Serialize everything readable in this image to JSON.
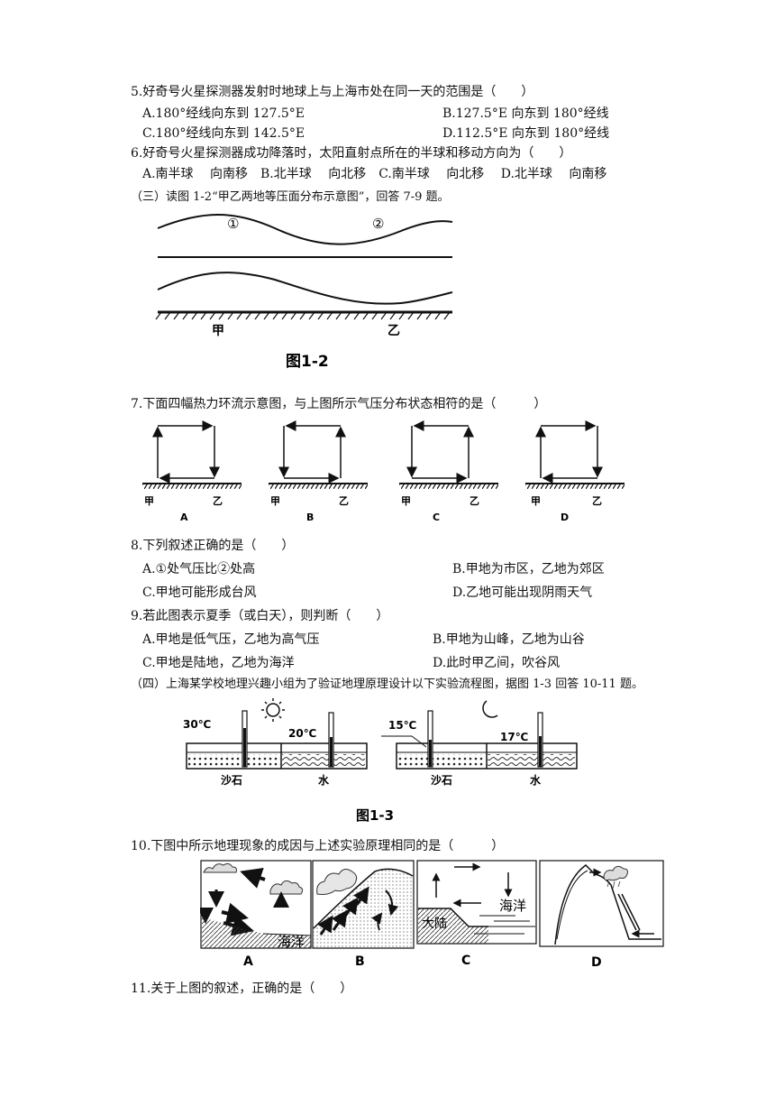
{
  "q5": {
    "stem": "5.好奇号火星探测器发射时地球上与上海市处在同一天的范围是（　　）",
    "a": "A.180°经线向东到 127.5°E",
    "b": "B.127.5°E 向东到 180°经线",
    "c": "C.180°经线向东到 142.5°E",
    "d": "D.112.5°E 向东到 180°经线"
  },
  "q6": {
    "stem": "6.好奇号火星探测器成功降落时，太阳直射点所在的半球和移动方向为（　　）",
    "options": "A.南半球　 向南移　B.北半球　 向北移　C.南半球　 向北移　 D.北半球　 向南移"
  },
  "sec3": {
    "intro": "（三）读图 1-2“甲乙两地等压面分布示意图”，回答 7-9 题。",
    "fig": {
      "label1": "①",
      "label2": "②",
      "jia": "甲",
      "yi": "乙",
      "caption": "图1-2"
    }
  },
  "q7": {
    "stem": "7.下面四幅热力环流示意图，与上图所示气压分布状态相符的是（　　　）",
    "panels": [
      {
        "letter": "A",
        "jia": "甲",
        "yi": "乙"
      },
      {
        "letter": "B",
        "jia": "甲",
        "yi": "乙"
      },
      {
        "letter": "C",
        "jia": "甲",
        "yi": "乙"
      },
      {
        "letter": "D",
        "jia": "甲",
        "yi": "乙"
      }
    ]
  },
  "q8": {
    "stem": "8.下列叙述正确的是（　　）",
    "a": "A.①处气压比②处高",
    "b": "B.甲地为市区，乙地为郊区",
    "c": "C.甲地可能形成台风",
    "d": "D.乙地可能出现阴雨天气"
  },
  "q9": {
    "stem": "9.若此图表示夏季（或白天），则判断（　　）",
    "a": "A.甲地是低气压，乙地为高气压",
    "b": "B.甲地为山峰，乙地为山谷",
    "c": "C.甲地是陆地，乙地为海洋",
    "d": "D.此时甲乙间，吹谷风"
  },
  "sec4": {
    "intro": "（四）上海某学校地理兴趣小组为了验证地理原理设计以下实验流程图，据图 1-3 回答 10-11 题。",
    "fig": {
      "left": {
        "t1": "30℃",
        "t2": "20℃",
        "sand": "沙石",
        "water": "水"
      },
      "right": {
        "t1": "15℃",
        "t2": "17℃",
        "sand": "沙石",
        "water": "水"
      },
      "caption": "图1-3"
    }
  },
  "q10": {
    "stem": "10.下图中所示地理现象的成因与上述实验原理相同的是（　　　）",
    "panels": {
      "a_label": "A",
      "a_sea": "海洋",
      "b_label": "B",
      "c_label": "C",
      "c_sea": "海洋",
      "c_land": "大陆",
      "d_label": "D"
    }
  },
  "q11": {
    "stem": "11.关于上图的叙述，正确的是（　　）"
  }
}
